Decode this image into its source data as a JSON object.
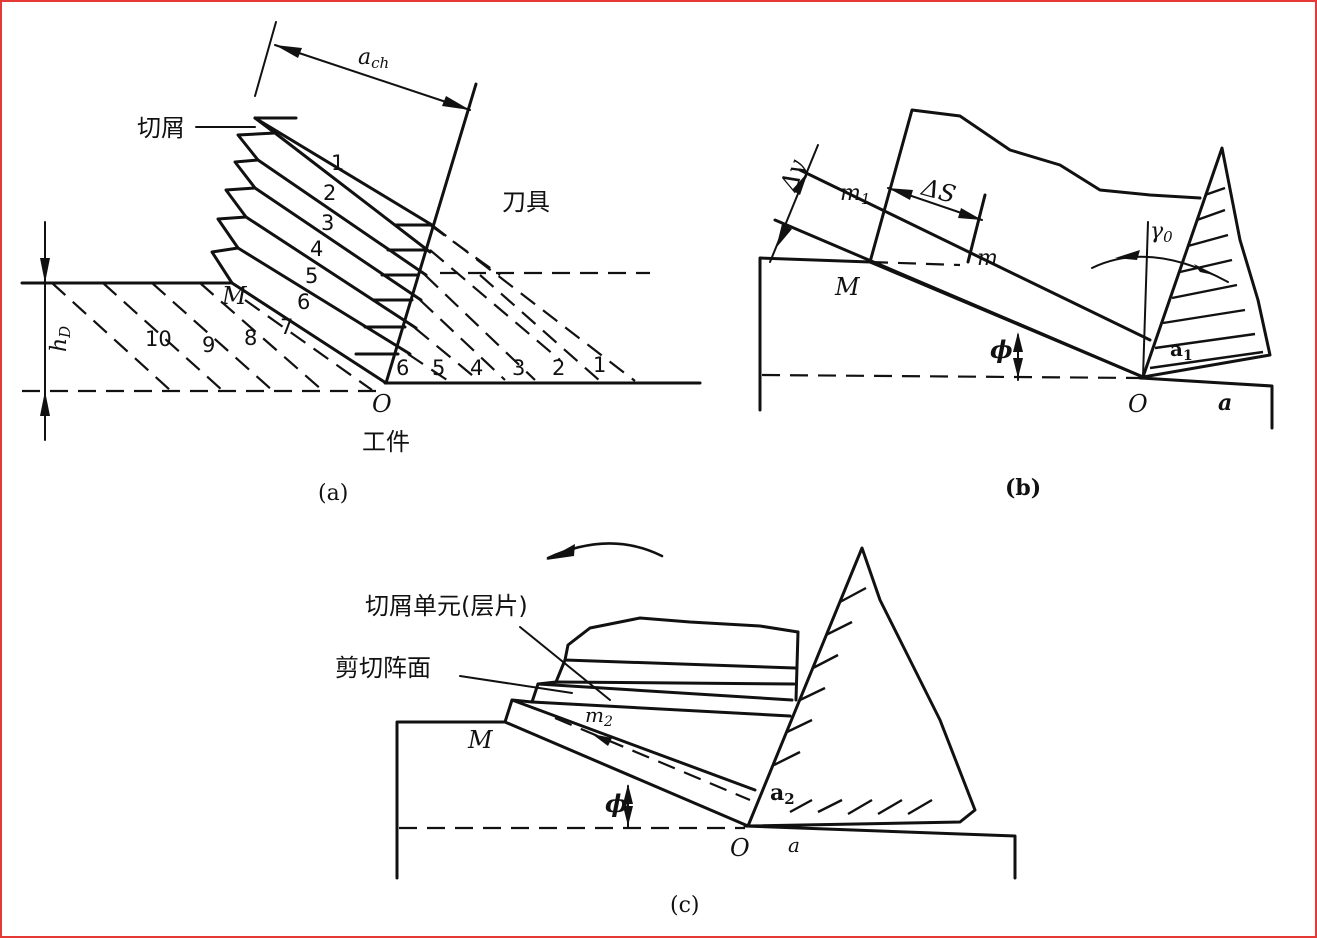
{
  "colors": {
    "frame": "#e53935",
    "ink": "#111111"
  },
  "panel_a": {
    "caption": "(a)",
    "chip_label": "切屑",
    "tool_label": "刀具",
    "work_label": "工件",
    "thickness_label": "a",
    "thickness_sub": "ch",
    "depth_label": "h",
    "depth_sub": "D",
    "point_M": "M",
    "point_O": "O",
    "chip_numbers": [
      "1",
      "2",
      "3",
      "4",
      "5",
      "6"
    ],
    "work_numbers": [
      "10",
      "9",
      "8",
      "7"
    ],
    "tool_numbers": [
      "6",
      "5",
      "4",
      "3",
      "2",
      "1"
    ]
  },
  "panel_b": {
    "caption": "(b)",
    "delta_y": "Δy",
    "delta_s": "ΔS",
    "m1_main": "m",
    "m1_sub": "1",
    "m_label": "m",
    "point_M": "M",
    "point_O": "O",
    "gamma_main": "γ",
    "gamma_sub": "0",
    "alpha_main": "a",
    "alpha_sub": "1",
    "phi": "ϕ",
    "a_label": "a"
  },
  "panel_c": {
    "caption": "(c)",
    "unit_label": "切屑单元(层片)",
    "shear_label": "剪切阵面",
    "point_M": "M",
    "point_O": "O",
    "m2_main": "m",
    "m2_sub": "2",
    "alpha_main": "a",
    "alpha_sub": "2",
    "phi": "ϕ",
    "a_label": "a"
  }
}
